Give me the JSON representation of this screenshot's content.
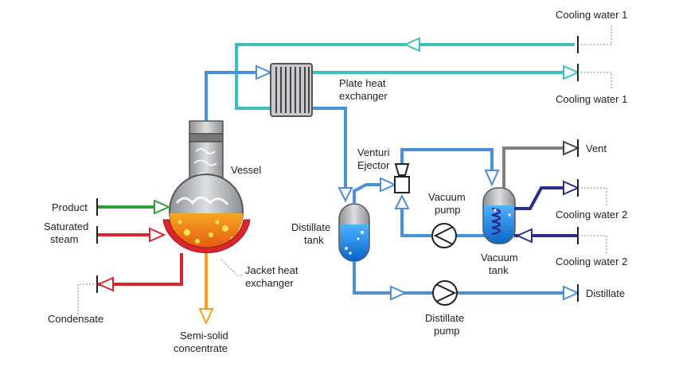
{
  "labels": {
    "cooling_water_1_top": "Cooling water 1",
    "cooling_water_1_bottom": "Cooling water 1",
    "plate_heat_exchanger": [
      "Plate heat",
      "exchanger"
    ],
    "vessel": "Vessel",
    "venturi_ejector": [
      "Venturi",
      "Ejector"
    ],
    "vent": "Vent",
    "vacuum_pump": [
      "Vacuum",
      "pump"
    ],
    "cooling_water_2_top": "Cooling water 2",
    "cooling_water_2_bottom": "Cooling water 2",
    "product": "Product",
    "saturated_steam": [
      "Saturated",
      "steam"
    ],
    "distillate_tank": [
      "Distillate",
      "tank"
    ],
    "vacuum_tank": [
      "Vacuum",
      "tank"
    ],
    "jacket_heat_exchanger": [
      "Jacket heat",
      "exchanger"
    ],
    "condensate": "Condensate",
    "distillate": "Distillate",
    "distillate_pump": [
      "Distillate",
      "pump"
    ],
    "semi_solid_concentrate": [
      "Semi-solid",
      "concentrate"
    ]
  },
  "colors": {
    "teal_cooling": "#3cbfbf",
    "blue_vapour": "#4a90d9",
    "green_product": "#2e9e3e",
    "red_steam": "#d9262c",
    "orange_concentrate": "#f2a21c",
    "grey_vent": "#808080",
    "navy_cooling2": "#2a2e8c",
    "equipment_body": "#b9bcc0",
    "liquid_blue": "#1e88e5",
    "liquid_orange": "#f07d10"
  }
}
